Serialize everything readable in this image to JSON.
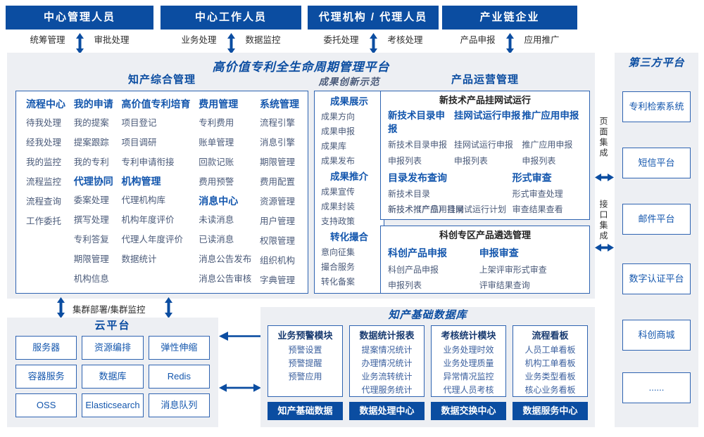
{
  "colors": {
    "primary_blue": "#0b4da1",
    "group_header_blue": "#1356ad",
    "border_blue": "#2e63b1",
    "panel_bg": "#edeff3",
    "item_text": "#4a5a79",
    "db_header_text": "#17396f",
    "db_item_text": "#3a5f9e",
    "dark_text": "#2e2e2e"
  },
  "title": "高价值专利全生命周期管理平台",
  "actors": [
    {
      "name": "中心管理人员",
      "role_left": "统筹管理",
      "role_right": "审批处理"
    },
    {
      "name": "中心工作人员",
      "role_left": "业务处理",
      "role_right": "数据监控"
    },
    {
      "name": "代理机构 / 代理人员",
      "role_left": "委托处理",
      "role_right": "考核处理"
    },
    {
      "name": "产业链企业",
      "role_left": "产品申报",
      "role_right": "应用推广"
    }
  ],
  "ipMgmt": {
    "title": "知产综合管理",
    "columns": [
      {
        "groups": [
          {
            "header": "流程中心",
            "items": [
              "待我处理",
              "经我处理",
              "我的监控",
              "流程监控",
              "流程查询",
              "工作委托"
            ]
          }
        ]
      },
      {
        "groups": [
          {
            "header": "我的申请",
            "items": [
              "我的提案",
              "提案跟踪",
              "我的专利"
            ]
          },
          {
            "header": "代理协同",
            "items": [
              "委案处理",
              "撰写处理",
              "专利答复",
              "期限管理",
              "机构信息"
            ]
          }
        ]
      },
      {
        "groups": [
          {
            "header": "高价值专利培育",
            "items": [
              "项目登记",
              "项目调研",
              "专利申请衔接"
            ]
          },
          {
            "header": "机构管理",
            "items": [
              "代理机构库",
              "机构年度评价",
              "代理人年度评价",
              "数据统计"
            ]
          }
        ]
      },
      {
        "groups": [
          {
            "header": "费用管理",
            "items": [
              "专利费用",
              "账单管理",
              "回款记账",
              "费用预警"
            ]
          },
          {
            "header": "消息中心",
            "items": [
              "未读消息",
              "已读消息",
              "消息公告发布",
              "消息公告审核"
            ]
          }
        ]
      },
      {
        "groups": [
          {
            "header": "系统管理",
            "items": [
              "流程引擎",
              "消息引擎",
              "期限管理",
              "费用配置",
              "资源管理",
              "用户管理",
              "权限管理",
              "组织机构",
              "字典管理"
            ]
          }
        ]
      }
    ]
  },
  "achievement": {
    "title": "成果创新示范",
    "groups": [
      {
        "header": "成果展示",
        "items": [
          "成果方向",
          "成果申报",
          "成果库",
          "成果发布"
        ]
      },
      {
        "header": "成果推介",
        "items": [
          "成果宣传",
          "成果封装",
          "支持政策"
        ]
      },
      {
        "header": "转化撮合",
        "items": [
          "意向征集",
          "撮合服务",
          "转化备案"
        ]
      }
    ]
  },
  "product": {
    "title": "产品运营管理",
    "box1": {
      "title": "新技术产品挂网试运行",
      "columns": [
        {
          "header": "新技术目录申报",
          "items": [
            "新技术目录申报",
            "申报列表"
          ]
        },
        {
          "header": "挂网试运行申报",
          "items": [
            "挂网试运行申报",
            "申报列表"
          ]
        },
        {
          "header": "推广应用申报",
          "items": [
            "推广应用申报",
            "申报列表"
          ]
        }
      ],
      "catalog": {
        "header": "目录发布查询",
        "items": [
          "新技术目录",
          "新技术推广应用目录",
          "新技术（产品）挂网试运行计划"
        ]
      },
      "review": {
        "header": "形式审查",
        "items": [
          "形式审查处理",
          "审查结果查看"
        ]
      }
    },
    "box2": {
      "title": "科创专区产品遴选管理",
      "columns": [
        {
          "header": "科创产品申报",
          "items": [
            "科创产品申报",
            "申报列表"
          ]
        },
        {
          "header": "申报审查",
          "items": [
            "上架评审形式审查",
            "评审结果查询"
          ]
        }
      ]
    }
  },
  "cluster_label": "集群部署/集群监控",
  "cloud": {
    "title": "云平台",
    "items": [
      "服务器",
      "资源编排",
      "弹性伸缩",
      "容器服务",
      "数据库",
      "Redis",
      "OSS",
      "Elasticsearch",
      "消息队列"
    ]
  },
  "database": {
    "title": "知产基础数据库",
    "columns": [
      {
        "header": "业务预警模块",
        "items": [
          "预警设置",
          "预警提醒",
          "预警应用"
        ],
        "footer": "知产基础数据"
      },
      {
        "header": "数据统计报表",
        "items": [
          "提案情况统计",
          "办理情况统计",
          "业务流转统计",
          "代理服务统计"
        ],
        "footer": "数据处理中心"
      },
      {
        "header": "考核统计模块",
        "items": [
          "业务处理时效",
          "业务处理质量",
          "异常情况监控",
          "代理人员考核"
        ],
        "footer": "数据交换中心"
      },
      {
        "header": "流程看板",
        "items": [
          "人员工单看板",
          "机构工单看板",
          "业务类型看板",
          "核心业务看板"
        ],
        "footer": "数据服务中心"
      }
    ]
  },
  "thirdParty": {
    "title": "第三方平台",
    "items": [
      "专利检索系统",
      "短信平台",
      "邮件平台",
      "数字认证平台",
      "科创商城",
      "......"
    ]
  },
  "integration": {
    "page_label": "页面集成",
    "interface_label": "接口集成"
  }
}
